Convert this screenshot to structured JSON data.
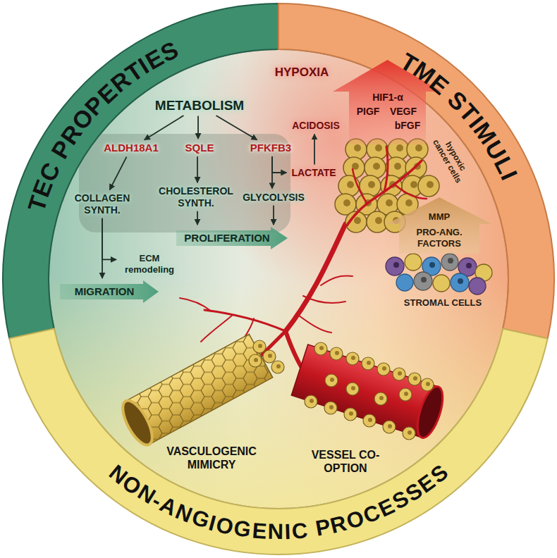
{
  "diagram": {
    "nodes": [
      {
        "text": [
          "TEC PROPERTIES"
        ]
      },
      {
        "text": [
          "TME STIMULI"
        ]
      },
      {
        "text": [
          "NON-ANGIOGENIC PROCESSES"
        ]
      },
      {
        "text": [
          "METABOLISM"
        ]
      },
      {
        "text": [
          "ALDH18A1"
        ]
      },
      {
        "text": [
          "SQLE"
        ]
      },
      {
        "text": [
          "PFKFB3"
        ]
      },
      {
        "text": [
          "COLLAGEN SYNTH."
        ]
      },
      {
        "text": [
          "CHOLESTEROL SYNTH."
        ]
      },
      {
        "text": [
          "GLYCOLYSIS"
        ]
      },
      {
        "text": [
          "LACTATE"
        ]
      },
      {
        "text": [
          "ACIDOSIS"
        ]
      },
      {
        "text": [
          "HYPOXIA"
        ]
      },
      {
        "text": [
          "ECM remodeling"
        ]
      },
      {
        "text": [
          "MIGRATION"
        ]
      },
      {
        "text": [
          "PROLIFERATION"
        ]
      },
      {
        "text": [
          "HIF1-α",
          "PIGF",
          "VEGF",
          "bFGF"
        ]
      },
      {
        "text": [
          "MMP",
          "PRO-ANG. FACTORS"
        ]
      }
    ],
    "edges": [
      {
        "from": 3,
        "to": 4,
        "arrow": "to"
      },
      {
        "from": 3,
        "to": 5,
        "arrow": "to"
      },
      {
        "from": 3,
        "to": 6,
        "arrow": "to"
      },
      {
        "from": 4,
        "to": 7,
        "arrow": "to"
      },
      {
        "from": 5,
        "to": 8,
        "arrow": "to"
      },
      {
        "from": 6,
        "to": 9,
        "arrow": "to"
      },
      {
        "from": 6,
        "to": 10,
        "arrow": "to"
      },
      {
        "from": 10,
        "to": 11,
        "arrow": "to"
      },
      {
        "from": 7,
        "to": 13,
        "arrow": "to"
      },
      {
        "from": 7,
        "to": 14,
        "arrow": "to"
      },
      {
        "from": 8,
        "to": 15,
        "arrow": "to"
      },
      {
        "from": 9,
        "to": 15,
        "arrow": "to"
      }
    ],
    "labels": [
      "hypoxic cancer cells",
      "STROMAL CELLS",
      "VASCULOGENIC MIMICRY",
      "VESSEL CO-OPTION"
    ]
  }
}
